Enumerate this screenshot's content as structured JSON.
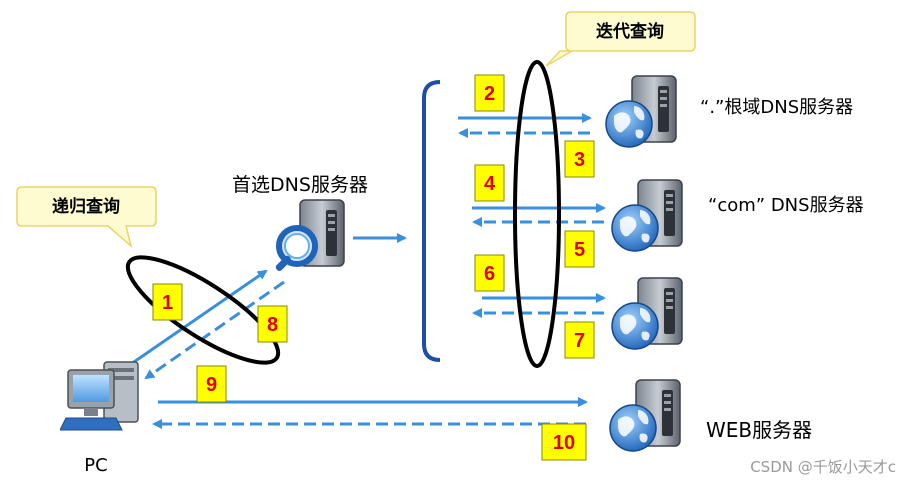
{
  "labels": {
    "preferred_dns": "首选DNS服务器",
    "root_dns": "“.”根域DNS服务器",
    "com_dns": "“com” DNS服务器",
    "web_server": "WEB服务器",
    "pc": "PC"
  },
  "callouts": {
    "recursive": "递归查询",
    "iterative": "迭代查询"
  },
  "steps": [
    "1",
    "2",
    "3",
    "4",
    "5",
    "6",
    "7",
    "8",
    "9",
    "10"
  ],
  "watermark": "CSDN @千饭小天才c",
  "colors": {
    "arrow": "#3a8fdc",
    "badge_fill": "#ffff00",
    "badge_text": "#e00000",
    "callout_fill": "#fffbd0",
    "callout_stroke": "#e8d46a",
    "bracket": "#1e4fa8",
    "ellipse": "#000000"
  }
}
